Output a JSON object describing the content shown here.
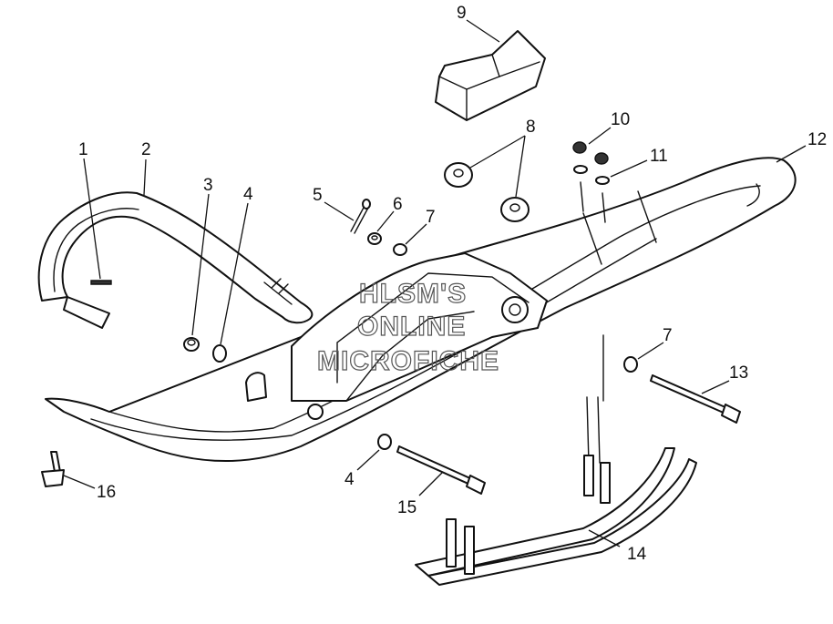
{
  "callouts": {
    "c1": "1",
    "c2": "2",
    "c3": "3",
    "c4a": "4",
    "c4b": "4",
    "c5": "5",
    "c6": "6",
    "c7a": "7",
    "c7b": "7",
    "c8": "8",
    "c9": "9",
    "c10": "10",
    "c11": "11",
    "c12": "12",
    "c13": "13",
    "c14": "14",
    "c15": "15",
    "c16": "16"
  },
  "watermark": {
    "line1": "HLSM'S",
    "line2": "ONLINE",
    "line3": "MICROFICHE"
  },
  "colors": {
    "line": "#111111",
    "watermark": "#555555",
    "background": "#ffffff"
  }
}
